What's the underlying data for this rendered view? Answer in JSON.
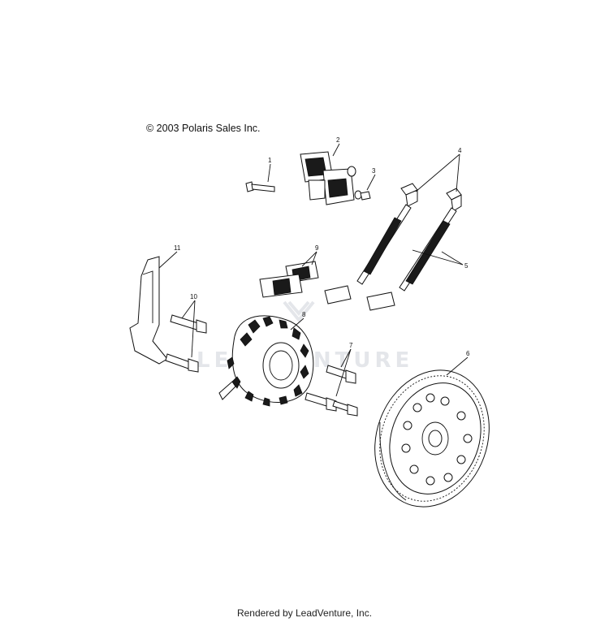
{
  "copyright": "© 2003 Polaris Sales Inc.",
  "footer": "Rendered by LeadVenture, Inc.",
  "watermark": "LEADVENTURE",
  "callouts": [
    "1",
    "2",
    "3",
    "4",
    "5",
    "6",
    "7",
    "8",
    "9",
    "10",
    "11"
  ]
}
